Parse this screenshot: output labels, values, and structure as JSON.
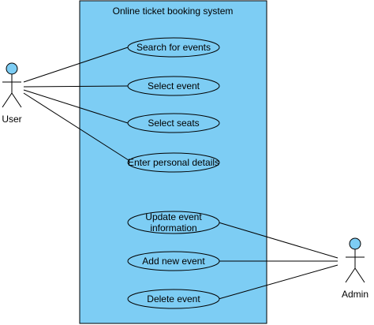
{
  "system": {
    "title": "Online ticket booking system",
    "fill_color": "#7dcdf4",
    "stroke_color": "#000000"
  },
  "actors": {
    "user": {
      "label": "User",
      "head_color": "#7dcdf4"
    },
    "admin": {
      "label": "Admin",
      "head_color": "#7dcdf4"
    }
  },
  "use_cases": {
    "search_for_events": "Search for events",
    "select_event": "Select event",
    "select_seats": "Select seats",
    "enter_personal_details": "Enter personal details",
    "update_event_line1": "Update event",
    "update_event_line2": "information",
    "add_new_event": "Add new event",
    "delete_event": "Delete event"
  },
  "ellipse_fill": "#7dcdf4",
  "line_color": "#000000"
}
